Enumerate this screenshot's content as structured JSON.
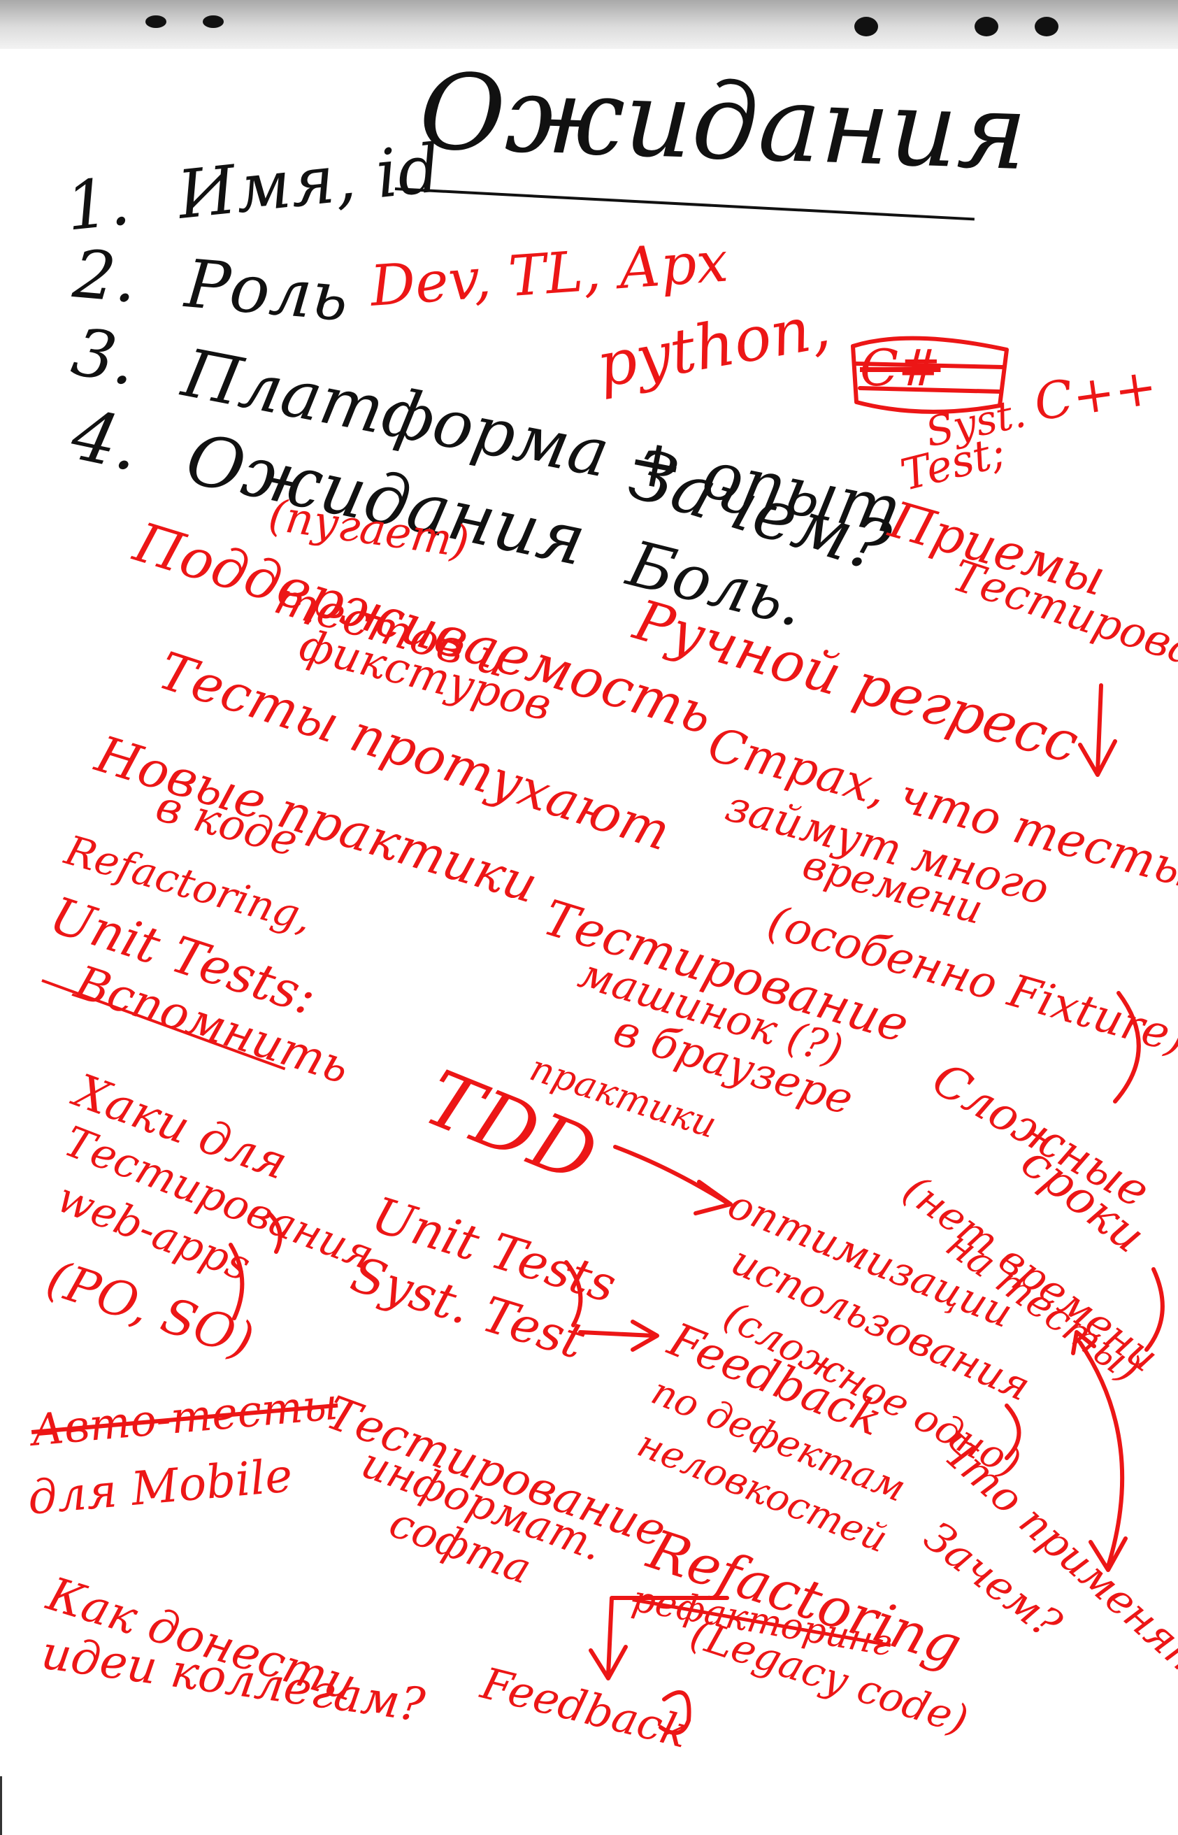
{
  "title": "Ожидания",
  "agenda": [
    {
      "num": "1.",
      "text": "Имя, id"
    },
    {
      "num": "2.",
      "text": "Роль"
    },
    {
      "num": "3.",
      "text": "Платформа + опыт"
    },
    {
      "num": "4.",
      "text": "Ожидания"
    }
  ],
  "why_pain": {
    "why": "Зачем?",
    "pain": "Боль."
  },
  "roles": "Dev, TL, Арх",
  "platforms": {
    "python": "python,",
    "crossed": "C#",
    "cpp": "C++",
    "syst": "Syst.",
    "test": "Test;"
  },
  "notes": {
    "priemy": "Приемы",
    "testirovanie": "Тестирования",
    "pugaet": "(пугает)",
    "podderzh": "Поддерживаемость",
    "testov_i": "тестов и",
    "fiksturov": "фикстуров",
    "testy_protuhaut": "Тесты протухают",
    "ruchnoi_regress": "Ручной регресс",
    "strakh": "Страх, что тесты",
    "zaimut": "займут много",
    "vremeni": "времени",
    "osobenno": "(особенно Fixture)",
    "novye_praktiki": "Новые практики",
    "v_kode": "в коде",
    "refactoring": "Refactoring,",
    "unit_tests_colon": "Unit Tests:",
    "vspomnit": "Вспомнить",
    "testirovanie_mashinok": "Тестирование",
    "mashinok": "машинок (?)",
    "v_brauzere": "в браузере",
    "tdd": "TDD",
    "praktiki": "практики",
    "slozhnye": "Сложные",
    "sroki": "сроки",
    "net_vremeni": "(нет времени",
    "na_testy": "на тесты)",
    "khaki": "Хаки для",
    "testirovaniya": "Тестирования",
    "web_apps": "web-apps",
    "po_so": "(PO, SO)",
    "unit_tests": "Unit Tests",
    "syst_test": "Syst. Test",
    "optimizaciya": "оптимизации",
    "ispolzovaniya": "использования",
    "slozhnoe": "(сложное одно)",
    "feedback": "Feedback",
    "po_defektam": "по дефектам",
    "nelovkosti": "неловкостей",
    "avto_testy": "Авто-тесты",
    "dlya_mobile": "для Mobile",
    "testirovanie_inf": "Тестирование",
    "informac": "информат.",
    "sofa": "софта",
    "chto_primenyat": "Что применять",
    "zachem_q": "Зачем?",
    "kak_donesti": "Как донести",
    "idei_kollegam": "идеи коллегам?",
    "refactoring2": "Refactoring",
    "strike_row": "рефакторинг",
    "legacy_code": "(Legacy code)",
    "feedback2": "Feedback"
  }
}
